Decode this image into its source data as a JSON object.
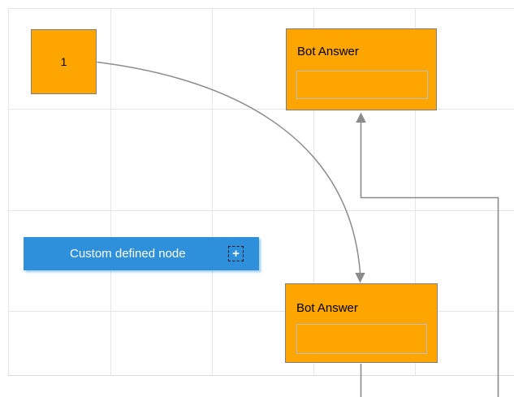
{
  "diagram": {
    "background_color": "#ffffff",
    "grid_color": "#e4e6e7",
    "page_border_color": "#dbdddd",
    "connector_color": "#8b8b8b",
    "node_fill_color": "#ffa500",
    "node_border_color": "#7f7f7f",
    "custom_node_color": "#2e90da"
  },
  "nodes": {
    "start": {
      "label": "1"
    },
    "bot_answer_top": {
      "title": "Bot Answer",
      "input_value": ""
    },
    "bot_answer_bottom": {
      "title": "Bot Answer",
      "input_value": ""
    },
    "custom": {
      "label": "Custom defined node",
      "add_button_glyph": "+"
    }
  }
}
